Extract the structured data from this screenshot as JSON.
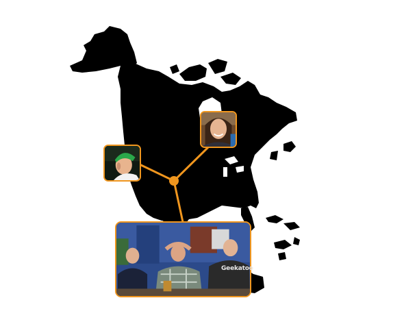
{
  "map": {
    "region": "north-america",
    "land_color": "#000000",
    "background_color": "#ffffff"
  },
  "connector": {
    "color": "#f0961e",
    "hub_color": "#f0961e"
  },
  "participants": [
    {
      "id": "left",
      "kind": "video-thumbnail",
      "people_visible": 1
    },
    {
      "id": "right",
      "kind": "video-thumbnail",
      "people_visible": 1
    },
    {
      "id": "main",
      "kind": "video-feed",
      "people_visible": 3,
      "shirt_text": "Geekatoo"
    }
  ]
}
